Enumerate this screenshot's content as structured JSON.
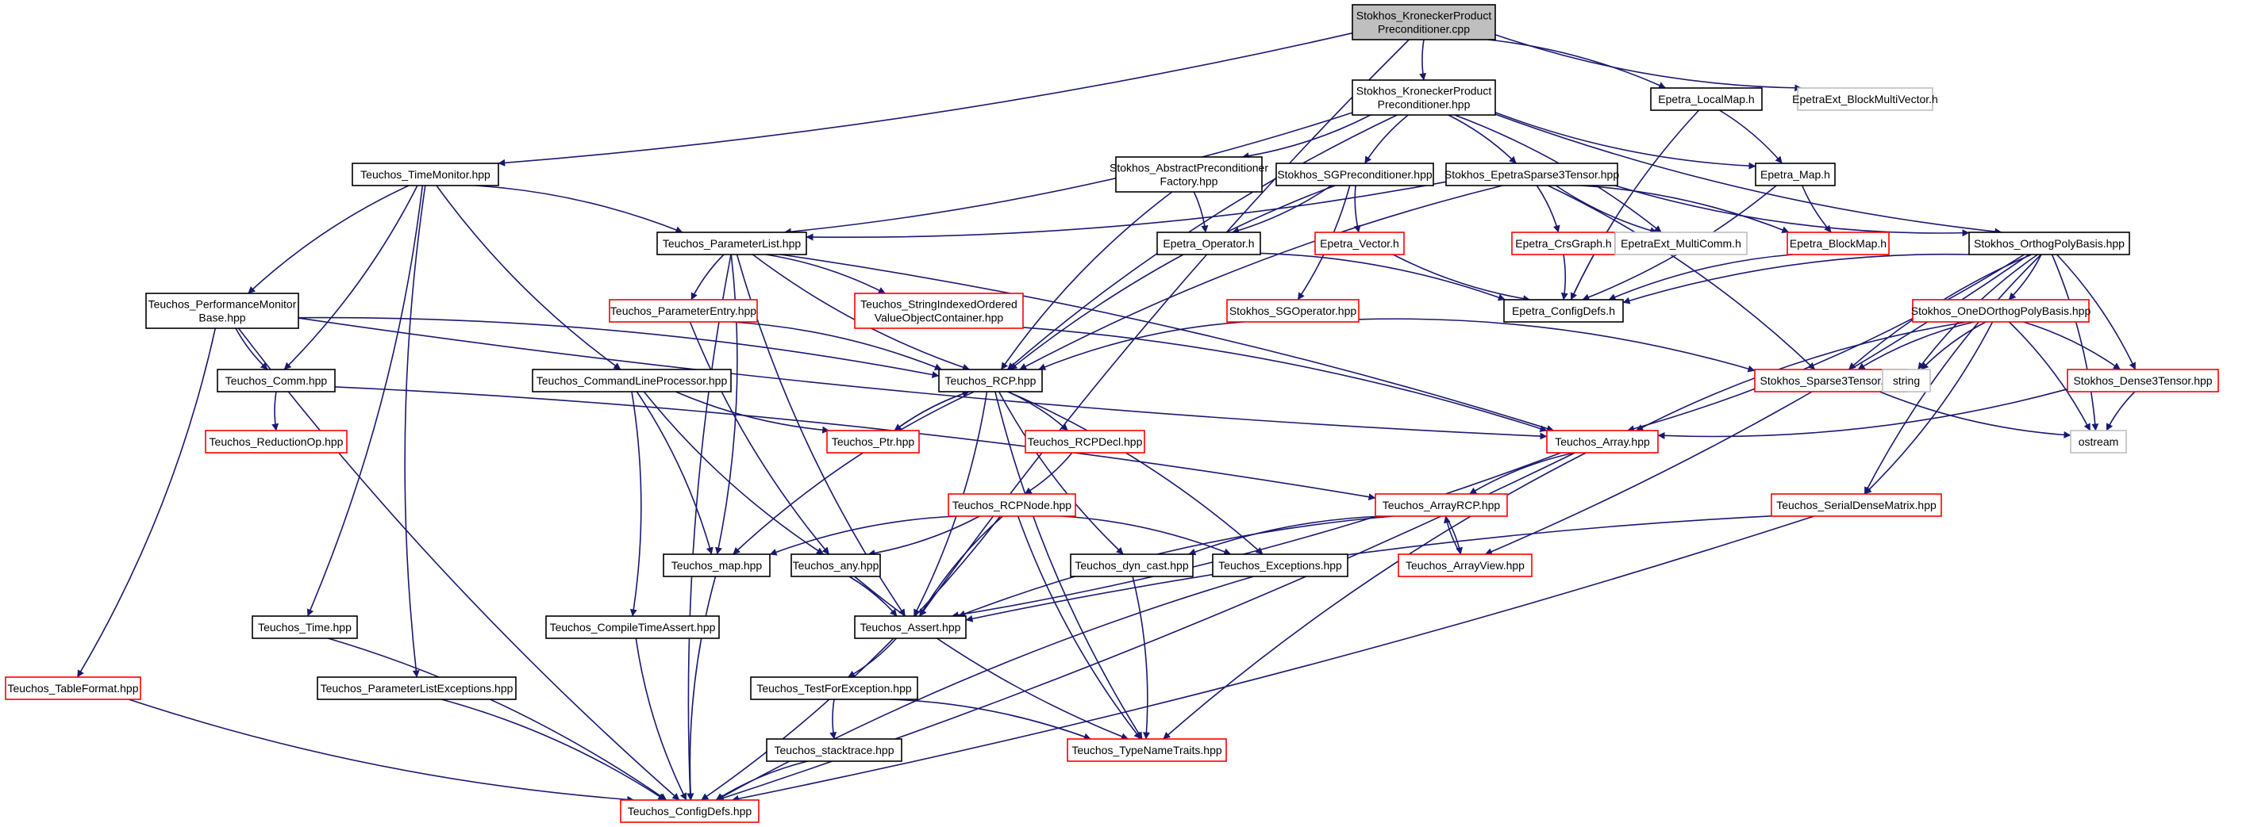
{
  "diagram": {
    "kind": "include-dependency-graph",
    "colors": {
      "edge": "#191970",
      "normal_border": "#000000",
      "missing_border": "#ff0000",
      "external_border": "#bfbfbf",
      "root_fill": "#bfbfbf",
      "fill": "#ffffff"
    },
    "nodes": [
      {
        "id": "root",
        "label": [
          "Stokhos_KroneckerProduct",
          "Preconditioner.cpp"
        ],
        "style": "root"
      },
      {
        "id": "kpp_hpp",
        "label": [
          "Stokhos_KroneckerProduct",
          "Preconditioner.hpp"
        ],
        "style": "normal"
      },
      {
        "id": "epetra_localmap",
        "label": [
          "Epetra_LocalMap.h"
        ],
        "style": "normal"
      },
      {
        "id": "epetraext_bmv",
        "label": [
          "EpetraExt_BlockMultiVector.h"
        ],
        "style": "external"
      },
      {
        "id": "timemonitor",
        "label": [
          "Teuchos_TimeMonitor.hpp"
        ],
        "style": "normal"
      },
      {
        "id": "abstract_factory",
        "label": [
          "Stokhos_AbstractPreconditioner",
          "Factory.hpp"
        ],
        "style": "normal"
      },
      {
        "id": "sgprecond",
        "label": [
          "Stokhos_SGPreconditioner.hpp"
        ],
        "style": "normal"
      },
      {
        "id": "epetra_sparse3",
        "label": [
          "Stokhos_EpetraSparse3Tensor.hpp"
        ],
        "style": "normal"
      },
      {
        "id": "epetra_map",
        "label": [
          "Epetra_Map.h"
        ],
        "style": "normal"
      },
      {
        "id": "paramlist",
        "label": [
          "Teuchos_ParameterList.hpp"
        ],
        "style": "normal"
      },
      {
        "id": "epetra_operator",
        "label": [
          "Epetra_Operator.h"
        ],
        "style": "normal"
      },
      {
        "id": "epetra_vector",
        "label": [
          "Epetra_Vector.h"
        ],
        "style": "missing"
      },
      {
        "id": "epetra_crsgraph",
        "label": [
          "Epetra_CrsGraph.h"
        ],
        "style": "missing"
      },
      {
        "id": "epetraext_multicomm",
        "label": [
          "EpetraExt_MultiComm.h"
        ],
        "style": "external"
      },
      {
        "id": "epetra_blockmap",
        "label": [
          "Epetra_BlockMap.h"
        ],
        "style": "missing"
      },
      {
        "id": "orthogpoly",
        "label": [
          "Stokhos_OrthogPolyBasis.hpp"
        ],
        "style": "normal"
      },
      {
        "id": "perfmon",
        "label": [
          "Teuchos_PerformanceMonitor",
          "Base.hpp"
        ],
        "style": "normal"
      },
      {
        "id": "paramentry",
        "label": [
          "Teuchos_ParameterEntry.hpp"
        ],
        "style": "missing"
      },
      {
        "id": "stringindexed",
        "label": [
          "Teuchos_StringIndexedOrdered",
          "ValueObjectContainer.hpp"
        ],
        "style": "missing"
      },
      {
        "id": "sgoperator",
        "label": [
          "Stokhos_SGOperator.hpp"
        ],
        "style": "missing"
      },
      {
        "id": "epetra_configdefs",
        "label": [
          "Epetra_ConfigDefs.h"
        ],
        "style": "normal"
      },
      {
        "id": "oned_orthog",
        "label": [
          "Stokhos_OneDOrthogPolyBasis.hpp"
        ],
        "style": "missing"
      },
      {
        "id": "comm",
        "label": [
          "Teuchos_Comm.hpp"
        ],
        "style": "normal"
      },
      {
        "id": "cmdline",
        "label": [
          "Teuchos_CommandLineProcessor.hpp"
        ],
        "style": "normal"
      },
      {
        "id": "rcp",
        "label": [
          "Teuchos_RCP.hpp"
        ],
        "style": "normal"
      },
      {
        "id": "sparse3tensor",
        "label": [
          "Stokhos_Sparse3Tensor.hpp"
        ],
        "style": "missing"
      },
      {
        "id": "string",
        "label": [
          "string"
        ],
        "style": "external"
      },
      {
        "id": "dense3tensor",
        "label": [
          "Stokhos_Dense3Tensor.hpp"
        ],
        "style": "missing"
      },
      {
        "id": "reductionop",
        "label": [
          "Teuchos_ReductionOp.hpp"
        ],
        "style": "missing"
      },
      {
        "id": "ptr",
        "label": [
          "Teuchos_Ptr.hpp"
        ],
        "style": "missing"
      },
      {
        "id": "rcpdecl",
        "label": [
          "Teuchos_RCPDecl.hpp"
        ],
        "style": "missing"
      },
      {
        "id": "array",
        "label": [
          "Teuchos_Array.hpp"
        ],
        "style": "missing"
      },
      {
        "id": "ostream",
        "label": [
          "ostream"
        ],
        "style": "external"
      },
      {
        "id": "rcpnode",
        "label": [
          "Teuchos_RCPNode.hpp"
        ],
        "style": "missing"
      },
      {
        "id": "arrayrcp",
        "label": [
          "Teuchos_ArrayRCP.hpp"
        ],
        "style": "missing"
      },
      {
        "id": "serialdense",
        "label": [
          "Teuchos_SerialDenseMatrix.hpp"
        ],
        "style": "missing"
      },
      {
        "id": "map",
        "label": [
          "Teuchos_map.hpp"
        ],
        "style": "normal"
      },
      {
        "id": "any",
        "label": [
          "Teuchos_any.hpp"
        ],
        "style": "normal"
      },
      {
        "id": "dyncast",
        "label": [
          "Teuchos_dyn_cast.hpp"
        ],
        "style": "normal"
      },
      {
        "id": "exceptions",
        "label": [
          "Teuchos_Exceptions.hpp"
        ],
        "style": "normal"
      },
      {
        "id": "arrayview",
        "label": [
          "Teuchos_ArrayView.hpp"
        ],
        "style": "missing"
      },
      {
        "id": "time",
        "label": [
          "Teuchos_Time.hpp"
        ],
        "style": "normal"
      },
      {
        "id": "compiletime",
        "label": [
          "Teuchos_CompileTimeAssert.hpp"
        ],
        "style": "normal"
      },
      {
        "id": "assert",
        "label": [
          "Teuchos_Assert.hpp"
        ],
        "style": "normal"
      },
      {
        "id": "tableformat",
        "label": [
          "Teuchos_TableFormat.hpp"
        ],
        "style": "missing"
      },
      {
        "id": "paramlistexc",
        "label": [
          "Teuchos_ParameterListExceptions.hpp"
        ],
        "style": "normal"
      },
      {
        "id": "testforexc",
        "label": [
          "Teuchos_TestForException.hpp"
        ],
        "style": "normal"
      },
      {
        "id": "stacktrace",
        "label": [
          "Teuchos_stacktrace.hpp"
        ],
        "style": "normal"
      },
      {
        "id": "typenametraits",
        "label": [
          "Teuchos_TypeNameTraits.hpp"
        ],
        "style": "missing"
      },
      {
        "id": "configdefs",
        "label": [
          "Teuchos_ConfigDefs.hpp"
        ],
        "style": "missing"
      }
    ],
    "edges": [
      [
        "root",
        "kpp_hpp"
      ],
      [
        "root",
        "epetra_localmap"
      ],
      [
        "root",
        "epetraext_bmv"
      ],
      [
        "root",
        "timemonitor"
      ],
      [
        "root",
        "assert"
      ],
      [
        "kpp_hpp",
        "abstract_factory"
      ],
      [
        "kpp_hpp",
        "sgprecond"
      ],
      [
        "kpp_hpp",
        "epetra_sparse3"
      ],
      [
        "kpp_hpp",
        "epetra_map"
      ],
      [
        "kpp_hpp",
        "paramlist"
      ],
      [
        "kpp_hpp",
        "rcp"
      ],
      [
        "kpp_hpp",
        "epetraext_multicomm"
      ],
      [
        "kpp_hpp",
        "orthogpoly"
      ],
      [
        "epetra_localmap",
        "epetra_map"
      ],
      [
        "epetra_localmap",
        "epetra_configdefs"
      ],
      [
        "timemonitor",
        "paramlist"
      ],
      [
        "timemonitor",
        "perfmon"
      ],
      [
        "timemonitor",
        "comm"
      ],
      [
        "timemonitor",
        "cmdline"
      ],
      [
        "timemonitor",
        "time"
      ],
      [
        "timemonitor",
        "paramlistexc"
      ],
      [
        "abstract_factory",
        "epetra_operator"
      ],
      [
        "abstract_factory",
        "rcp"
      ],
      [
        "sgprecond",
        "epetra_operator"
      ],
      [
        "sgprecond",
        "epetra_vector"
      ],
      [
        "sgprecond",
        "sgoperator"
      ],
      [
        "sgprecond",
        "rcp"
      ],
      [
        "epetra_sparse3",
        "epetra_crsgraph"
      ],
      [
        "epetra_sparse3",
        "epetraext_multicomm"
      ],
      [
        "epetra_sparse3",
        "epetra_blockmap"
      ],
      [
        "epetra_sparse3",
        "orthogpoly"
      ],
      [
        "epetra_sparse3",
        "paramlist"
      ],
      [
        "epetra_sparse3",
        "rcp"
      ],
      [
        "epetra_sparse3",
        "sparse3tensor"
      ],
      [
        "epetra_map",
        "epetra_blockmap"
      ],
      [
        "epetra_map",
        "epetra_configdefs"
      ],
      [
        "paramlist",
        "paramentry"
      ],
      [
        "paramlist",
        "stringindexed"
      ],
      [
        "paramlist",
        "rcp"
      ],
      [
        "paramlist",
        "map"
      ],
      [
        "paramlist",
        "assert"
      ],
      [
        "paramlist",
        "array"
      ],
      [
        "paramlist",
        "configdefs"
      ],
      [
        "epetra_operator",
        "epetra_configdefs"
      ],
      [
        "epetra_vector",
        "epetra_configdefs"
      ],
      [
        "epetra_crsgraph",
        "epetra_configdefs"
      ],
      [
        "epetra_blockmap",
        "epetra_configdefs"
      ],
      [
        "orthogpoly",
        "oned_orthog"
      ],
      [
        "orthogpoly",
        "sparse3tensor"
      ],
      [
        "orthogpoly",
        "dense3tensor"
      ],
      [
        "orthogpoly",
        "string"
      ],
      [
        "orthogpoly",
        "ostream"
      ],
      [
        "orthogpoly",
        "serialdense"
      ],
      [
        "orthogpoly",
        "arrayview"
      ],
      [
        "orthogpoly",
        "epetra_configdefs"
      ],
      [
        "orthogpoly",
        "array"
      ],
      [
        "perfmon",
        "comm"
      ],
      [
        "perfmon",
        "rcp"
      ],
      [
        "perfmon",
        "array"
      ],
      [
        "perfmon",
        "tableformat"
      ],
      [
        "perfmon",
        "configdefs"
      ],
      [
        "paramentry",
        "rcp"
      ],
      [
        "paramentry",
        "any"
      ],
      [
        "stringindexed",
        "array"
      ],
      [
        "sgoperator",
        "rcp"
      ],
      [
        "sgoperator",
        "sparse3tensor"
      ],
      [
        "oned_orthog",
        "sparse3tensor"
      ],
      [
        "oned_orthog",
        "dense3tensor"
      ],
      [
        "oned_orthog",
        "array"
      ],
      [
        "oned_orthog",
        "serialdense"
      ],
      [
        "oned_orthog",
        "string"
      ],
      [
        "oned_orthog",
        "ostream"
      ],
      [
        "comm",
        "reductionop"
      ],
      [
        "comm",
        "arrayrcp"
      ],
      [
        "cmdline",
        "ptr"
      ],
      [
        "cmdline",
        "map"
      ],
      [
        "cmdline",
        "any"
      ],
      [
        "cmdline",
        "compiletime"
      ],
      [
        "rcp",
        "ptr"
      ],
      [
        "rcp",
        "rcpdecl"
      ],
      [
        "rcp",
        "map"
      ],
      [
        "rcp",
        "assert"
      ],
      [
        "rcp",
        "dyncast"
      ],
      [
        "rcp",
        "exceptions"
      ],
      [
        "rcp",
        "typenametraits"
      ],
      [
        "ptr",
        "rcp"
      ],
      [
        "sparse3tensor",
        "ostream"
      ],
      [
        "dense3tensor",
        "array"
      ],
      [
        "dense3tensor",
        "ostream"
      ],
      [
        "rcpdecl",
        "rcpnode"
      ],
      [
        "array",
        "arrayrcp"
      ],
      [
        "array",
        "assert"
      ],
      [
        "array",
        "typenametraits"
      ],
      [
        "array",
        "configdefs"
      ],
      [
        "rcpnode",
        "map"
      ],
      [
        "rcpnode",
        "any"
      ],
      [
        "rcpnode",
        "assert"
      ],
      [
        "rcpnode",
        "exceptions"
      ],
      [
        "rcpnode",
        "typenametraits"
      ],
      [
        "rcpnode",
        "configdefs"
      ],
      [
        "arrayrcp",
        "dyncast"
      ],
      [
        "arrayrcp",
        "arrayview"
      ],
      [
        "arrayrcp",
        "assert"
      ],
      [
        "arrayview",
        "arrayrcp"
      ],
      [
        "serialdense",
        "assert"
      ],
      [
        "serialdense",
        "configdefs"
      ],
      [
        "map",
        "configdefs"
      ],
      [
        "any",
        "assert"
      ],
      [
        "any",
        "typenametraits"
      ],
      [
        "dyncast",
        "typenametraits"
      ],
      [
        "exceptions",
        "configdefs"
      ],
      [
        "time",
        "configdefs"
      ],
      [
        "compiletime",
        "configdefs"
      ],
      [
        "assert",
        "testforexc"
      ],
      [
        "tableformat",
        "configdefs"
      ],
      [
        "paramlistexc",
        "configdefs"
      ],
      [
        "testforexc",
        "stacktrace"
      ],
      [
        "testforexc",
        "typenametraits"
      ],
      [
        "stacktrace",
        "configdefs"
      ]
    ]
  }
}
